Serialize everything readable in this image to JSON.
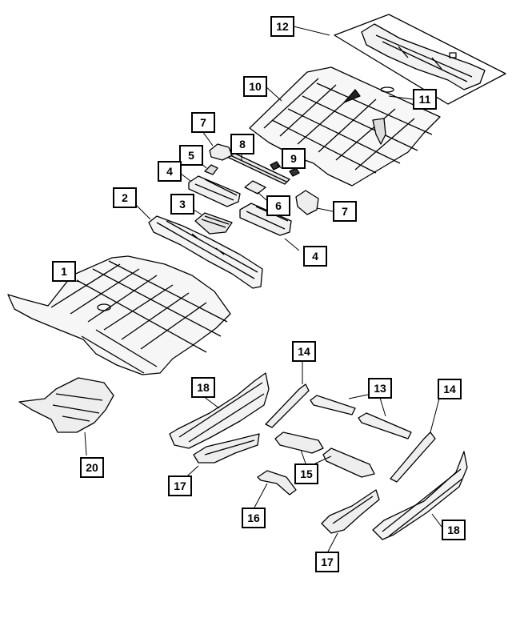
{
  "callouts": {
    "c1": "1",
    "c2": "2",
    "c3": "3",
    "c4a": "4",
    "c4b": "4",
    "c5": "5",
    "c6": "6",
    "c7a": "7",
    "c7b": "7",
    "c8": "8",
    "c9": "9",
    "c10": "10",
    "c11": "11",
    "c12": "12",
    "c13": "13",
    "c14a": "14",
    "c14b": "14",
    "c15": "15",
    "c16": "16",
    "c17a": "17",
    "c17b": "17",
    "c18a": "18",
    "c18b": "18",
    "c20": "20"
  }
}
